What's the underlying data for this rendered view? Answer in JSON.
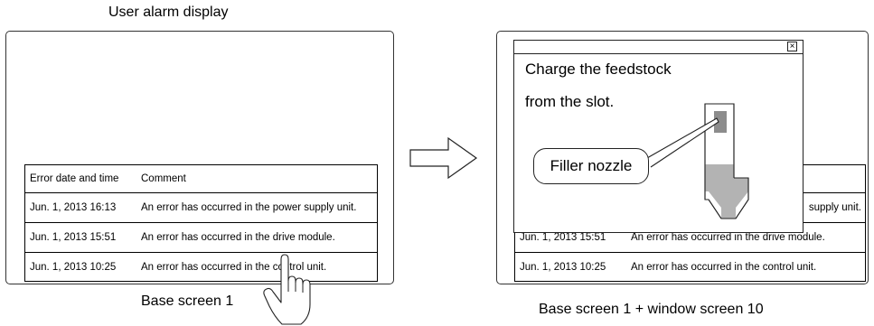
{
  "captions": {
    "user_alarm_display": "User alarm display",
    "left_screen": "Base screen 1",
    "right_screen": "Base screen 1 + window screen 10"
  },
  "alarm_table": {
    "headers": {
      "date": "Error date and time",
      "comment": "Comment"
    },
    "rows": [
      {
        "date": "Jun. 1, 2013  16:13",
        "comment": "An error has occurred in the power supply unit."
      },
      {
        "date": "Jun. 1, 2013  15:51",
        "comment": "An error has occurred in the drive module."
      },
      {
        "date": "Jun. 1, 2013  10:25",
        "comment": "An error has occurred in the control unit."
      }
    ]
  },
  "right_table_visible": {
    "row1_tail": "supply unit."
  },
  "window": {
    "close_glyph": "×",
    "line1": "Charge the feedstock",
    "line2": "from the slot.",
    "callout": "Filler nozzle"
  },
  "colors": {
    "hopper_fill": "#b3b3b3",
    "nozzle_fill": "#8c8c8c",
    "outline": "#222222"
  },
  "icons": [
    "hand-pointer-icon",
    "right-arrow-icon",
    "close-icon",
    "hopper-diagram"
  ]
}
